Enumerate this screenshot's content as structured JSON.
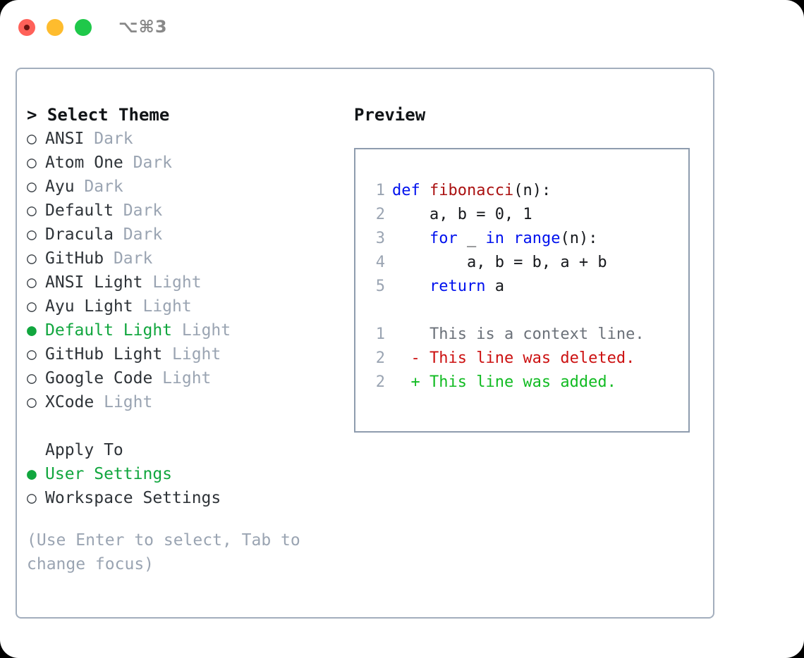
{
  "titlebar": {
    "shortcut": "⌥⌘3",
    "buttons": [
      {
        "name": "close",
        "color": "#ff6159"
      },
      {
        "name": "minimize",
        "color": "#febc2e"
      },
      {
        "name": "maximize",
        "color": "#1fc84a"
      }
    ]
  },
  "theme_selector": {
    "header": "> Select Theme",
    "marker_selected": "●",
    "marker_unselected": "○",
    "items": [
      {
        "name": "ANSI",
        "variant": "Dark",
        "selected": false
      },
      {
        "name": "Atom One",
        "variant": "Dark",
        "selected": false
      },
      {
        "name": "Ayu",
        "variant": "Dark",
        "selected": false
      },
      {
        "name": "Default",
        "variant": "Dark",
        "selected": false
      },
      {
        "name": "Dracula",
        "variant": "Dark",
        "selected": false
      },
      {
        "name": "GitHub",
        "variant": "Dark",
        "selected": false
      },
      {
        "name": "ANSI Light",
        "variant": "Light",
        "selected": false
      },
      {
        "name": "Ayu Light",
        "variant": "Light",
        "selected": false
      },
      {
        "name": "Default Light",
        "variant": "Light",
        "selected": true
      },
      {
        "name": "GitHub Light",
        "variant": "Light",
        "selected": false
      },
      {
        "name": "Google Code",
        "variant": "Light",
        "selected": false
      },
      {
        "name": "XCode",
        "variant": "Light",
        "selected": false
      }
    ]
  },
  "apply_to": {
    "label": "Apply To",
    "options": [
      {
        "label": "User Settings",
        "selected": true
      },
      {
        "label": "Workspace Settings",
        "selected": false
      }
    ]
  },
  "hint": "(Use Enter to select, Tab to change focus)",
  "preview": {
    "title": "Preview",
    "code_lines": [
      {
        "no": "1",
        "tokens": [
          {
            "t": "def ",
            "c": "kw"
          },
          {
            "t": "fibonacci",
            "c": "fn"
          },
          {
            "t": "(n):",
            "c": "pl"
          }
        ]
      },
      {
        "no": "2",
        "tokens": [
          {
            "t": "    a, b = 0, 1",
            "c": "pl"
          }
        ]
      },
      {
        "no": "3",
        "tokens": [
          {
            "t": "    ",
            "c": "pl"
          },
          {
            "t": "for",
            "c": "kw"
          },
          {
            "t": " _ ",
            "c": "pl"
          },
          {
            "t": "in",
            "c": "kw"
          },
          {
            "t": " ",
            "c": "pl"
          },
          {
            "t": "range",
            "c": "kw"
          },
          {
            "t": "(n):",
            "c": "pl"
          }
        ]
      },
      {
        "no": "4",
        "tokens": [
          {
            "t": "        a, b = b, a + b",
            "c": "pl"
          }
        ]
      },
      {
        "no": "5",
        "tokens": [
          {
            "t": "    ",
            "c": "pl"
          },
          {
            "t": "return",
            "c": "kw"
          },
          {
            "t": " a",
            "c": "pl"
          }
        ]
      }
    ],
    "diff_lines": [
      {
        "no": "1",
        "sign": "  ",
        "text": "This is a context line.",
        "kind": "ctx"
      },
      {
        "no": "2",
        "sign": "- ",
        "text": "This line was deleted.",
        "kind": "del"
      },
      {
        "no": "2",
        "sign": "+ ",
        "text": "This line was added.",
        "kind": "add"
      }
    ]
  },
  "colors": {
    "accent_green": "#11a63e",
    "dim_gray": "#9aa4b2",
    "keyword_blue": "#0011ee",
    "function_red": "#aa1111",
    "diff_add": "#11bb22",
    "diff_del": "#cc1111",
    "border": "#a3aebd"
  }
}
